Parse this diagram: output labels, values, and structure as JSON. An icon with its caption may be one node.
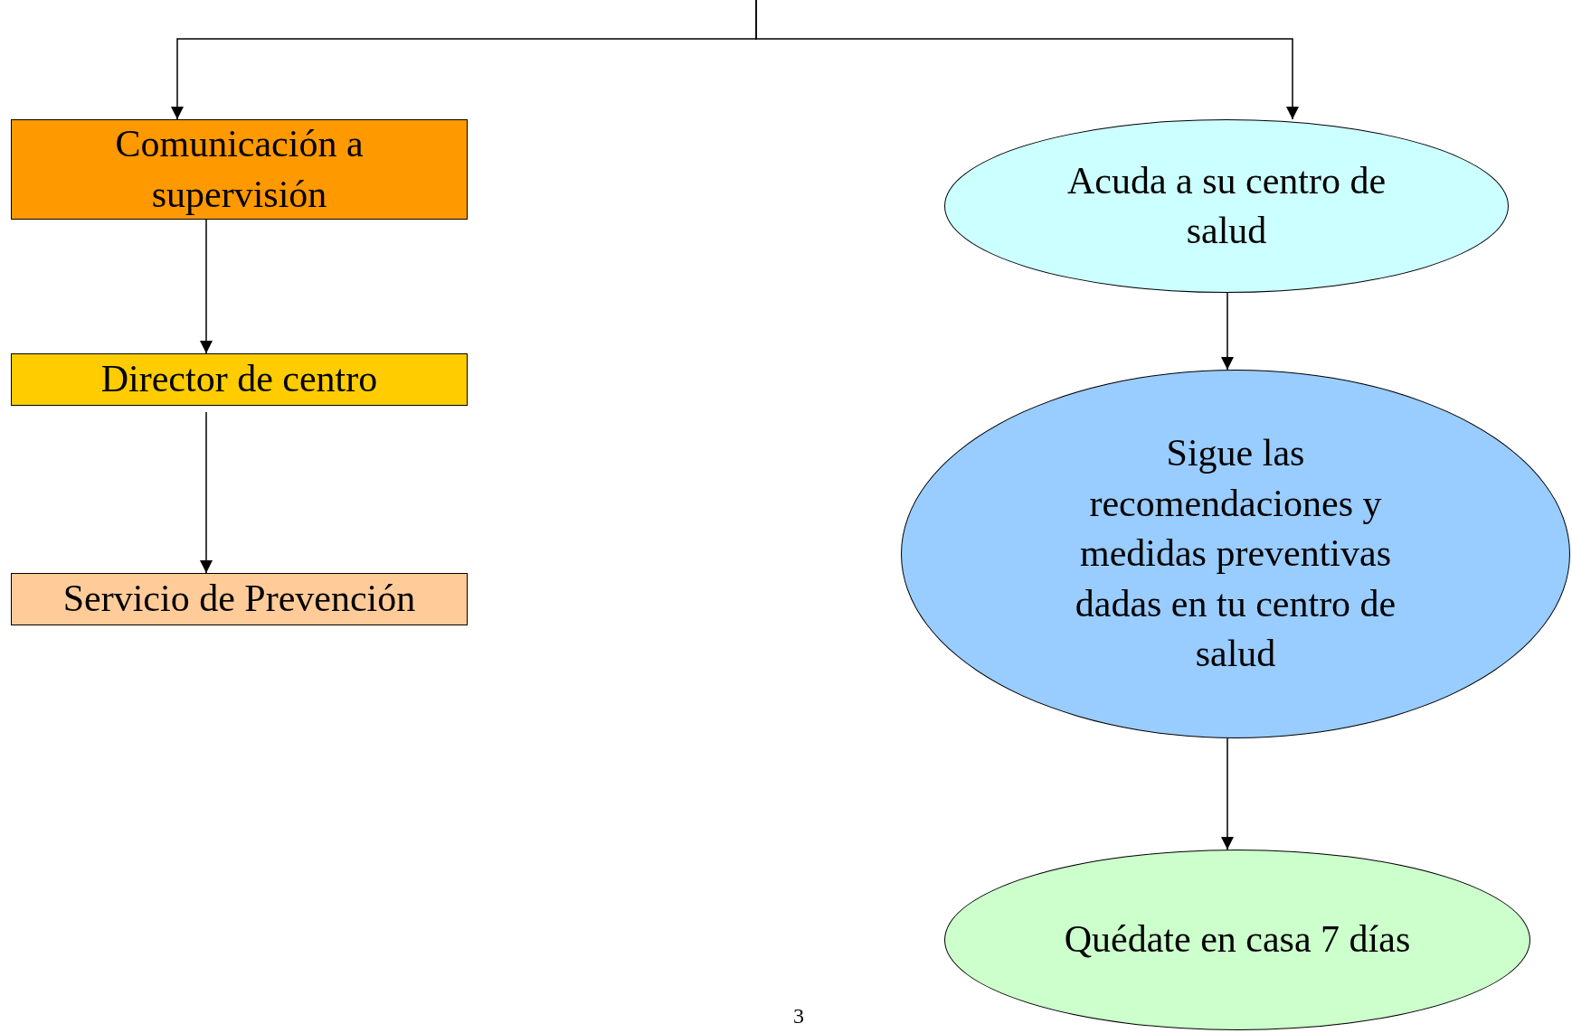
{
  "diagram": {
    "nodes": [
      {
        "text": [
          "Comunicación a supervisión"
        ]
      },
      {
        "text": [
          "Director de centro"
        ]
      },
      {
        "text": [
          "Servicio de Prevención"
        ]
      },
      {
        "text": [
          "Acuda a su centro de salud"
        ]
      },
      {
        "text": [
          "Sigue las recomendaciones y medidas preventivas dadas en tu centro de salud"
        ]
      },
      {
        "text": [
          "Quédate en casa 7 días"
        ]
      }
    ],
    "edges": [
      {
        "from": null,
        "to": 0,
        "arrow": "to"
      },
      {
        "from": null,
        "to": 3,
        "arrow": "to"
      },
      {
        "from": 0,
        "to": 1,
        "arrow": "to"
      },
      {
        "from": 1,
        "to": 2,
        "arrow": "to"
      },
      {
        "from": 3,
        "to": 4,
        "arrow": "to"
      },
      {
        "from": 4,
        "to": 5,
        "arrow": "to"
      }
    ],
    "labels": [
      "3"
    ]
  }
}
